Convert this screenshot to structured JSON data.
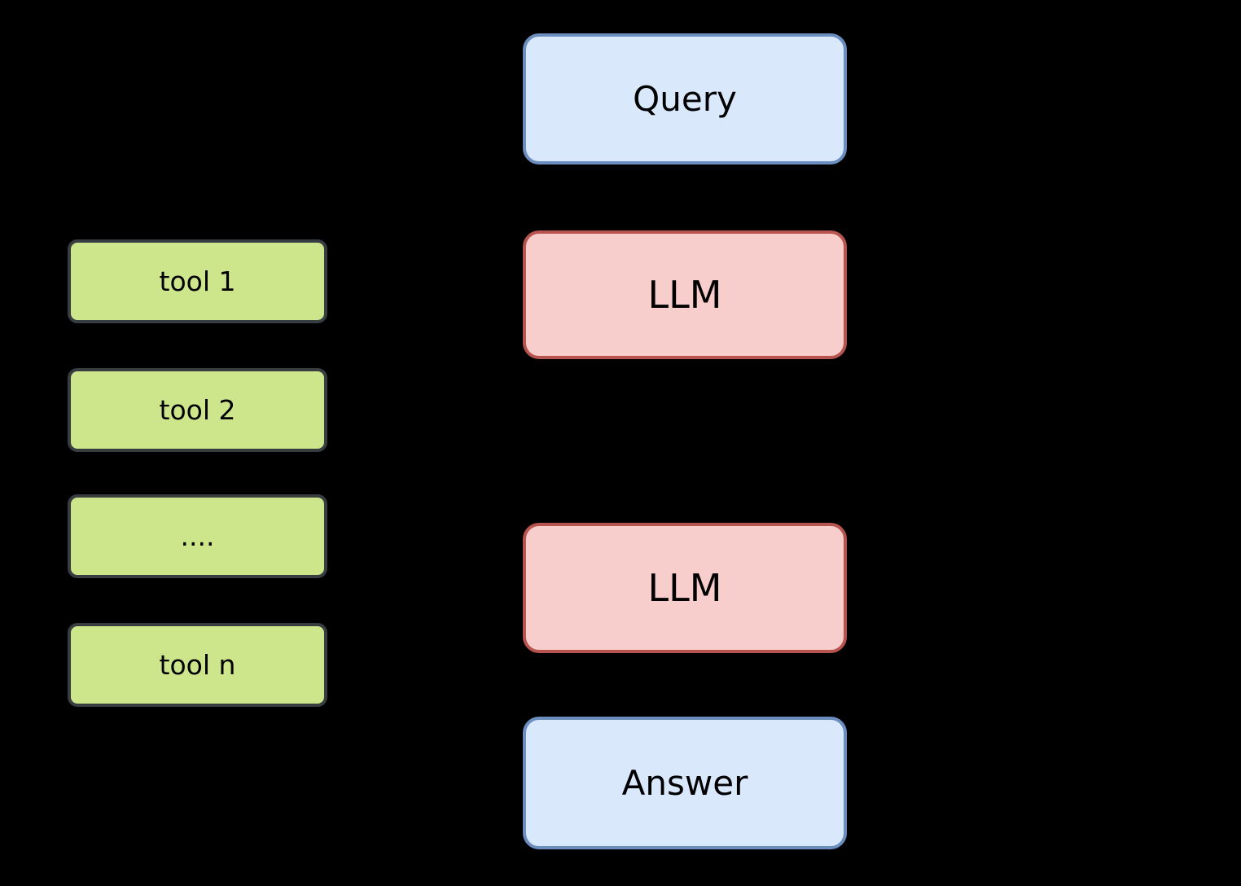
{
  "palette": {
    "background": "#000000",
    "text": "#000000",
    "io_fill": "#dae8fc",
    "io_border": "#6c8ebf",
    "llm_fill": "#f8cecc",
    "llm_border": "#b85450",
    "tool_fill": "#cde68c",
    "tool_border": "#383d42"
  },
  "diagram": {
    "flow_nodes": [
      {
        "id": "query",
        "label": "Query",
        "kind": "io"
      },
      {
        "id": "llm_1",
        "label": "LLM",
        "kind": "llm"
      },
      {
        "id": "llm_2",
        "label": "LLM",
        "kind": "llm"
      },
      {
        "id": "answer",
        "label": "Answer",
        "kind": "io"
      }
    ],
    "tool_nodes": [
      {
        "id": "tool_1",
        "label": "tool 1"
      },
      {
        "id": "tool_2",
        "label": "tool 2"
      },
      {
        "id": "tool_more",
        "label": "...."
      },
      {
        "id": "tool_n",
        "label": "tool n"
      }
    ]
  }
}
